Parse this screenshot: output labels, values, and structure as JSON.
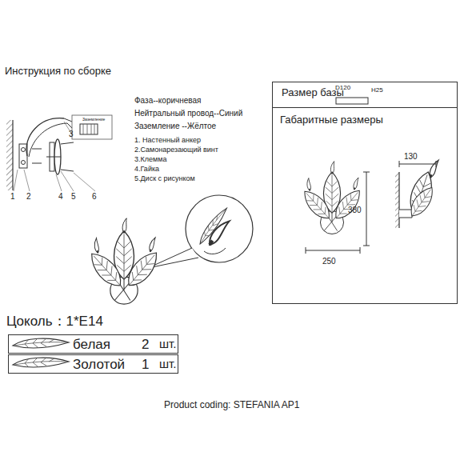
{
  "diagram": {
    "title": "Инструкция по сборке",
    "caption": "Product coding: STEFANIA AP1",
    "nodes": [
      {
        "text": [
          "Размер базы",
          "D120",
          "H25"
        ]
      },
      {
        "text": [
          "Габаритные размеры",
          "130",
          "380",
          "250"
        ]
      },
      {
        "text": [
          "белая",
          "2",
          "шт."
        ]
      },
      {
        "text": [
          "Золотой",
          "1",
          "шт."
        ]
      }
    ],
    "labels": [
      "Фаза--коричневая",
      "Нейтральный провод--Синий",
      "Заземление --Жёлтое",
      "1. Настенный анкер",
      "2.Самонарезающий винт",
      "3.Клемма",
      "4.Гайка",
      "5.Диск с рисунком",
      "Заземление",
      "1",
      "2",
      "3",
      "4",
      "5",
      "6",
      "Цоколь：1*E14"
    ]
  }
}
